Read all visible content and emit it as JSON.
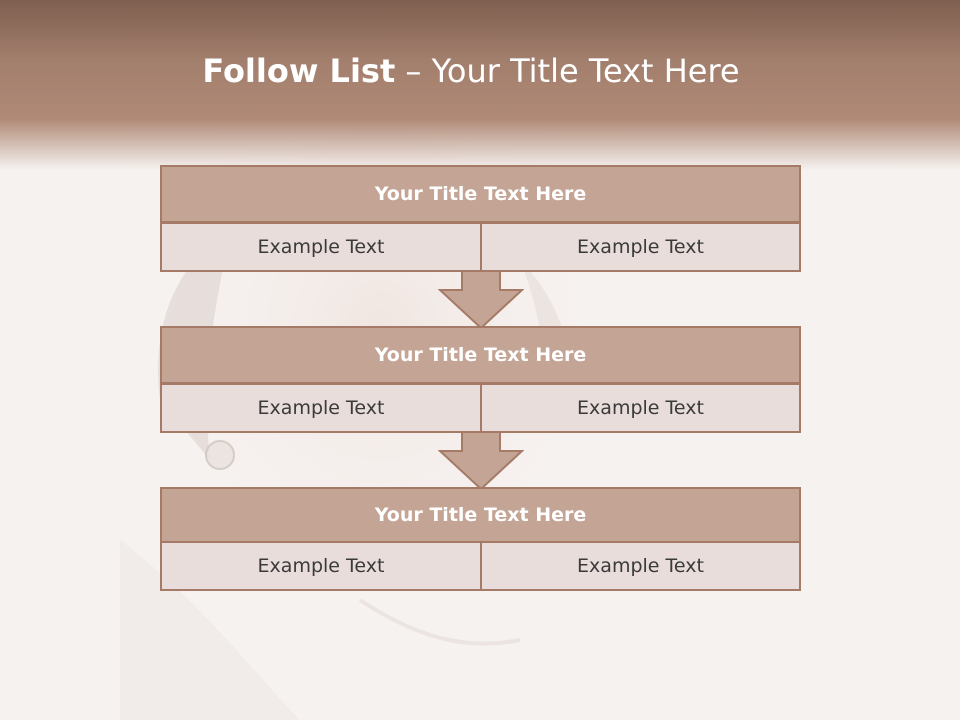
{
  "slide": {
    "title_bold": "Follow List",
    "title_rest": " – Your Title Text Here"
  },
  "blocks": [
    {
      "title": "Your Title Text Here",
      "left_text": "Example Text",
      "right_text": "Example Text"
    },
    {
      "title": "Your Title Text Here",
      "left_text": "Example Text",
      "right_text": "Example Text"
    },
    {
      "title": "Your Title Text Here",
      "left_text": "Example Text",
      "right_text": "Example Text"
    }
  ],
  "colors": {
    "header_brown": "#a27e6c",
    "block_title_fill": "#c4a494",
    "cell_fill": "#e8ddda",
    "border": "#a57a66"
  }
}
